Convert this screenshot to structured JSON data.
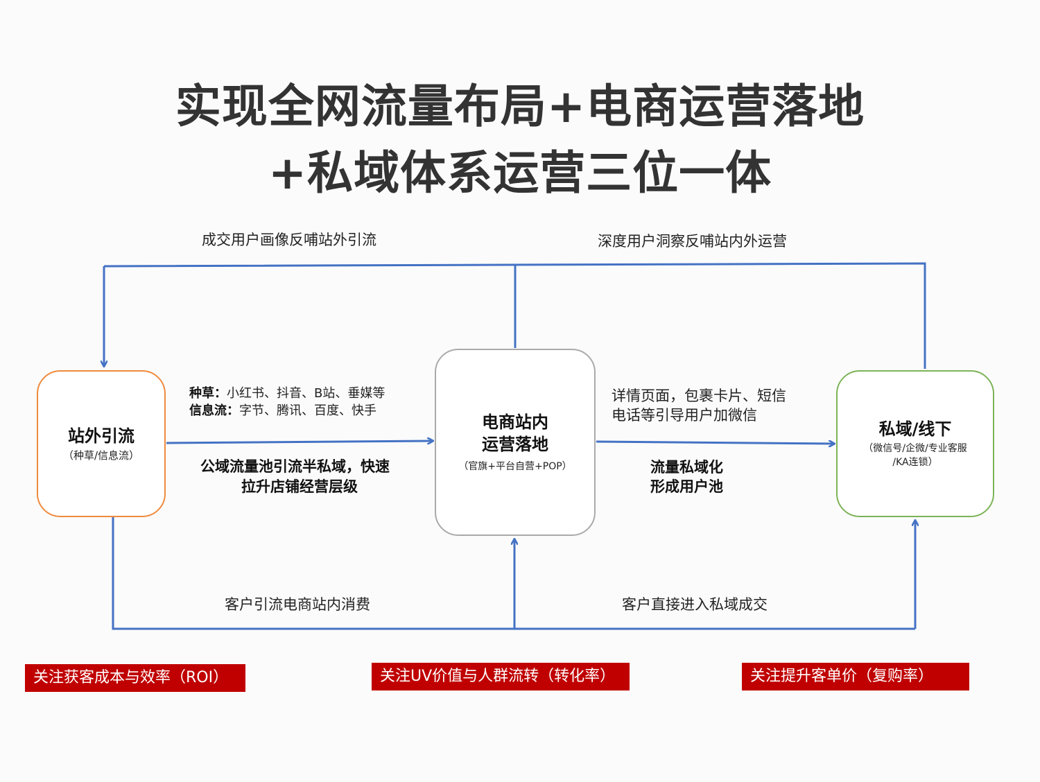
{
  "title": {
    "line1": "实现全网流量布局+电商运营落地",
    "line2": "+私域体系运营三位一体"
  },
  "boxes": {
    "offsite": {
      "title": "站外引流",
      "subtitle": "（种草/信息流）",
      "border_color": "#ef8a3c"
    },
    "ecommerce": {
      "title_line1": "电商站内",
      "title_line2": "运营落地",
      "subtitle": "（官旗+平台自营+POP）",
      "border_color": "#a9a9a9"
    },
    "private": {
      "title": "私域/线下",
      "subtitle_line1": "（微信号/企微/专业客服",
      "subtitle_line2": "/KA连锁）",
      "border_color": "#7cb356"
    }
  },
  "top_labels": {
    "left": "成交用户画像反哺站外引流",
    "right": "深度用户洞察反哺站内外运营"
  },
  "channels": {
    "grass_label": "种草：",
    "grass_value": "小红书、抖音、B站、垂媒等",
    "feed_label": "信息流：",
    "feed_value": "字节、腾讯、百度、快手"
  },
  "middle_labels": {
    "public_pool_line1": "公域流量池引流半私域，快速",
    "public_pool_line2": "拉升店铺经营层级",
    "detail_line1": "详情页面，包裹卡片、短信",
    "detail_line2": "电话等引导用户加微信",
    "private_flow_line1": "流量私域化",
    "private_flow_line2": "形成用户池"
  },
  "bottom_labels": {
    "left": "客户引流电商站内消费",
    "right": "客户直接进入私域成交"
  },
  "tags": {
    "roi": "关注获客成本与效率（ROI）",
    "conversion": "关注UV价值与人群流转（转化率）",
    "repurchase": "关注提升客单价（复购率）"
  },
  "colors": {
    "arrow": "#4472c4",
    "tag_background": "#c00000",
    "title": "#333333"
  }
}
